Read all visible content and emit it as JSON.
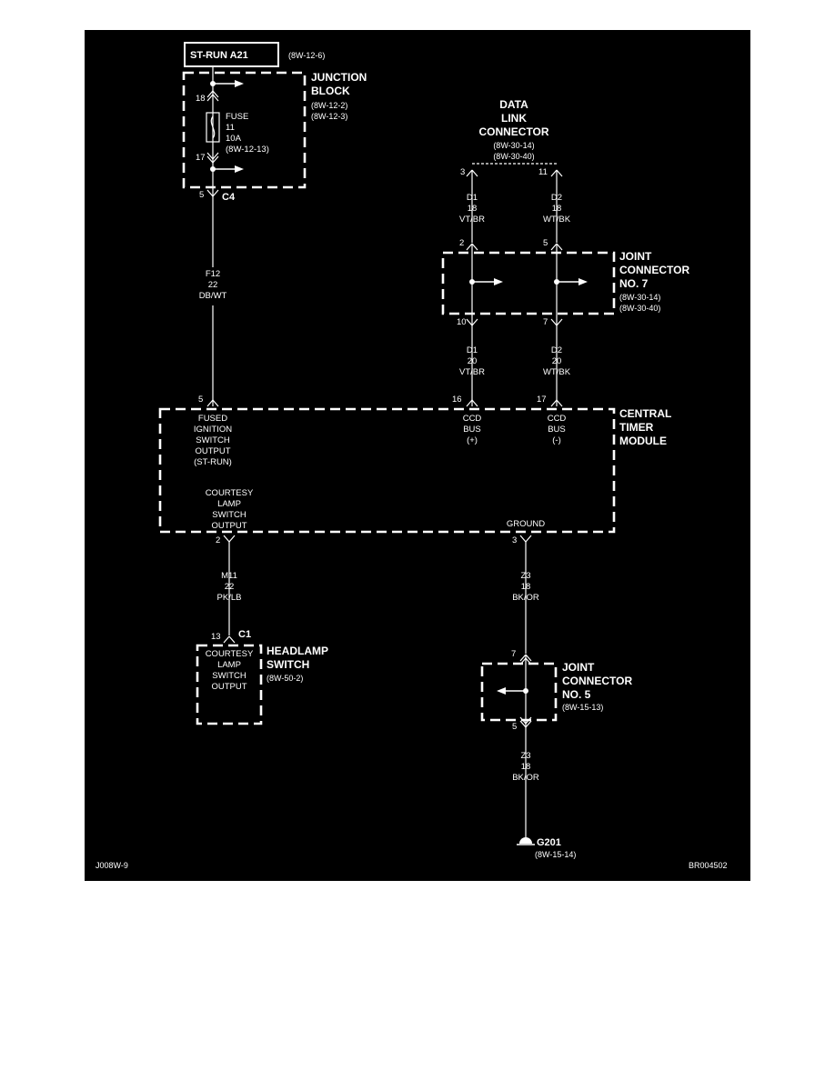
{
  "source_box": {
    "label": "ST-RUN A21",
    "ref": "(8W-12-6)"
  },
  "junction_block": {
    "title_1": "JUNCTION",
    "title_2": "BLOCK",
    "ref_1": "(8W-12-2)",
    "ref_2": "(8W-12-3)",
    "pin_top": "18",
    "pin_bottom": "17",
    "fuse": {
      "l1": "FUSE",
      "l2": "11",
      "l3": "10A",
      "l4": "(8W-12-13)"
    },
    "out_pin": "5",
    "out_conn": "C4"
  },
  "wire_f12": {
    "code": "F12",
    "gauge": "22",
    "color": "DB/WT"
  },
  "data_link_connector": {
    "title_1": "DATA",
    "title_2": "LINK",
    "title_3": "CONNECTOR",
    "ref_1": "(8W-30-14)",
    "ref_2": "(8W-30-40)",
    "pin_left": "3",
    "pin_right": "11"
  },
  "wire_d1_top": {
    "code": "D1",
    "gauge": "18",
    "color": "VT/BR"
  },
  "wire_d2_top": {
    "code": "D2",
    "gauge": "18",
    "color": "WT/BK"
  },
  "joint_connector_7": {
    "title_1": "JOINT",
    "title_2": "CONNECTOR",
    "title_3": "NO. 7",
    "ref_1": "(8W-30-14)",
    "ref_2": "(8W-30-40)",
    "pin_top_left": "2",
    "pin_top_right": "5",
    "pin_bottom_left": "10",
    "pin_bottom_right": "7"
  },
  "wire_d1_bottom": {
    "code": "D1",
    "gauge": "20",
    "color": "VT/BR"
  },
  "wire_d2_bottom": {
    "code": "D2",
    "gauge": "20",
    "color": "WT/BK"
  },
  "central_timer_module": {
    "title_1": "CENTRAL",
    "title_2": "TIMER",
    "title_3": "MODULE",
    "pin_fused": "5",
    "pin_ccd_plus": "16",
    "pin_ccd_minus": "17",
    "pin_courtesy": "2",
    "pin_ground": "3",
    "fused_1": "FUSED",
    "fused_2": "IGNITION",
    "fused_3": "SWITCH",
    "fused_4": "OUTPUT",
    "fused_5": "(ST-RUN)",
    "ccd_plus_1": "CCD",
    "ccd_plus_2": "BUS",
    "ccd_plus_3": "(+)",
    "ccd_minus_1": "CCD",
    "ccd_minus_2": "BUS",
    "ccd_minus_3": "(-)",
    "courtesy_1": "COURTESY",
    "courtesy_2": "LAMP",
    "courtesy_3": "SWITCH",
    "courtesy_4": "OUTPUT",
    "ground": "GROUND"
  },
  "wire_m11": {
    "code": "M11",
    "gauge": "22",
    "color": "PK/LB"
  },
  "wire_z3_top": {
    "code": "Z3",
    "gauge": "18",
    "color": "BK/OR"
  },
  "headlamp_switch": {
    "title_1": "HEADLAMP",
    "title_2": "SWITCH",
    "ref": "(8W-50-2)",
    "pin": "13",
    "conn": "C1",
    "l1": "COURTESY",
    "l2": "LAMP",
    "l3": "SWITCH",
    "l4": "OUTPUT"
  },
  "joint_connector_5": {
    "title_1": "JOINT",
    "title_2": "CONNECTOR",
    "title_3": "NO. 5",
    "ref": "(8W-15-13)",
    "pin_top": "7",
    "pin_bottom": "5"
  },
  "wire_z3_bottom": {
    "code": "Z3",
    "gauge": "18",
    "color": "BK/OR"
  },
  "ground_point": {
    "label": "G201",
    "ref": "(8W-15-14)"
  },
  "footer": {
    "left": "J008W-9",
    "right": "BR004502"
  }
}
